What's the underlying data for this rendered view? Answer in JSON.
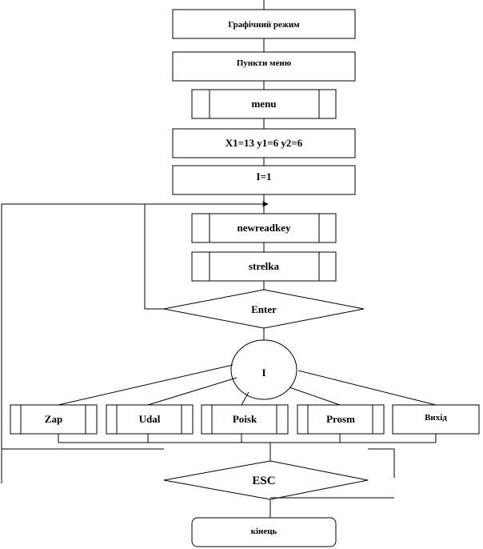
{
  "flowchart": {
    "graphics_mode": "Графічний режим",
    "menu_items": "Пункти меню",
    "menu": "menu",
    "coords": "X1=13 y1=6 y2=6",
    "i_init": "I=1",
    "newreadkey": "newreadkey",
    "strelka": "strelka",
    "enter": "Enter",
    "selector": "I",
    "options": {
      "zap": "Zap",
      "udal": "Udal",
      "poisk": "Poisk",
      "prosm": "Prosm",
      "exit": "Вихід"
    },
    "esc": "ESC",
    "end": "кінець"
  }
}
